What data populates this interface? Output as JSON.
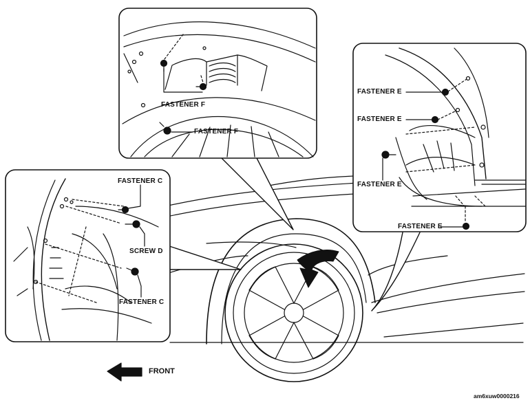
{
  "labels": {
    "fastener_f_1": "FASTENER F",
    "fastener_f_2": "FASTENER F",
    "fastener_c_1": "FASTENER C",
    "screw_d": "SCREW D",
    "fastener_c_2": "FASTENER C",
    "fastener_e_1": "FASTENER E",
    "fastener_e_2": "FASTENER E",
    "fastener_e_3": "FASTENER E",
    "fastener_e_4": "FASTENER E"
  },
  "front_label": "FRONT",
  "diagram_code": "am6xuw0000216"
}
